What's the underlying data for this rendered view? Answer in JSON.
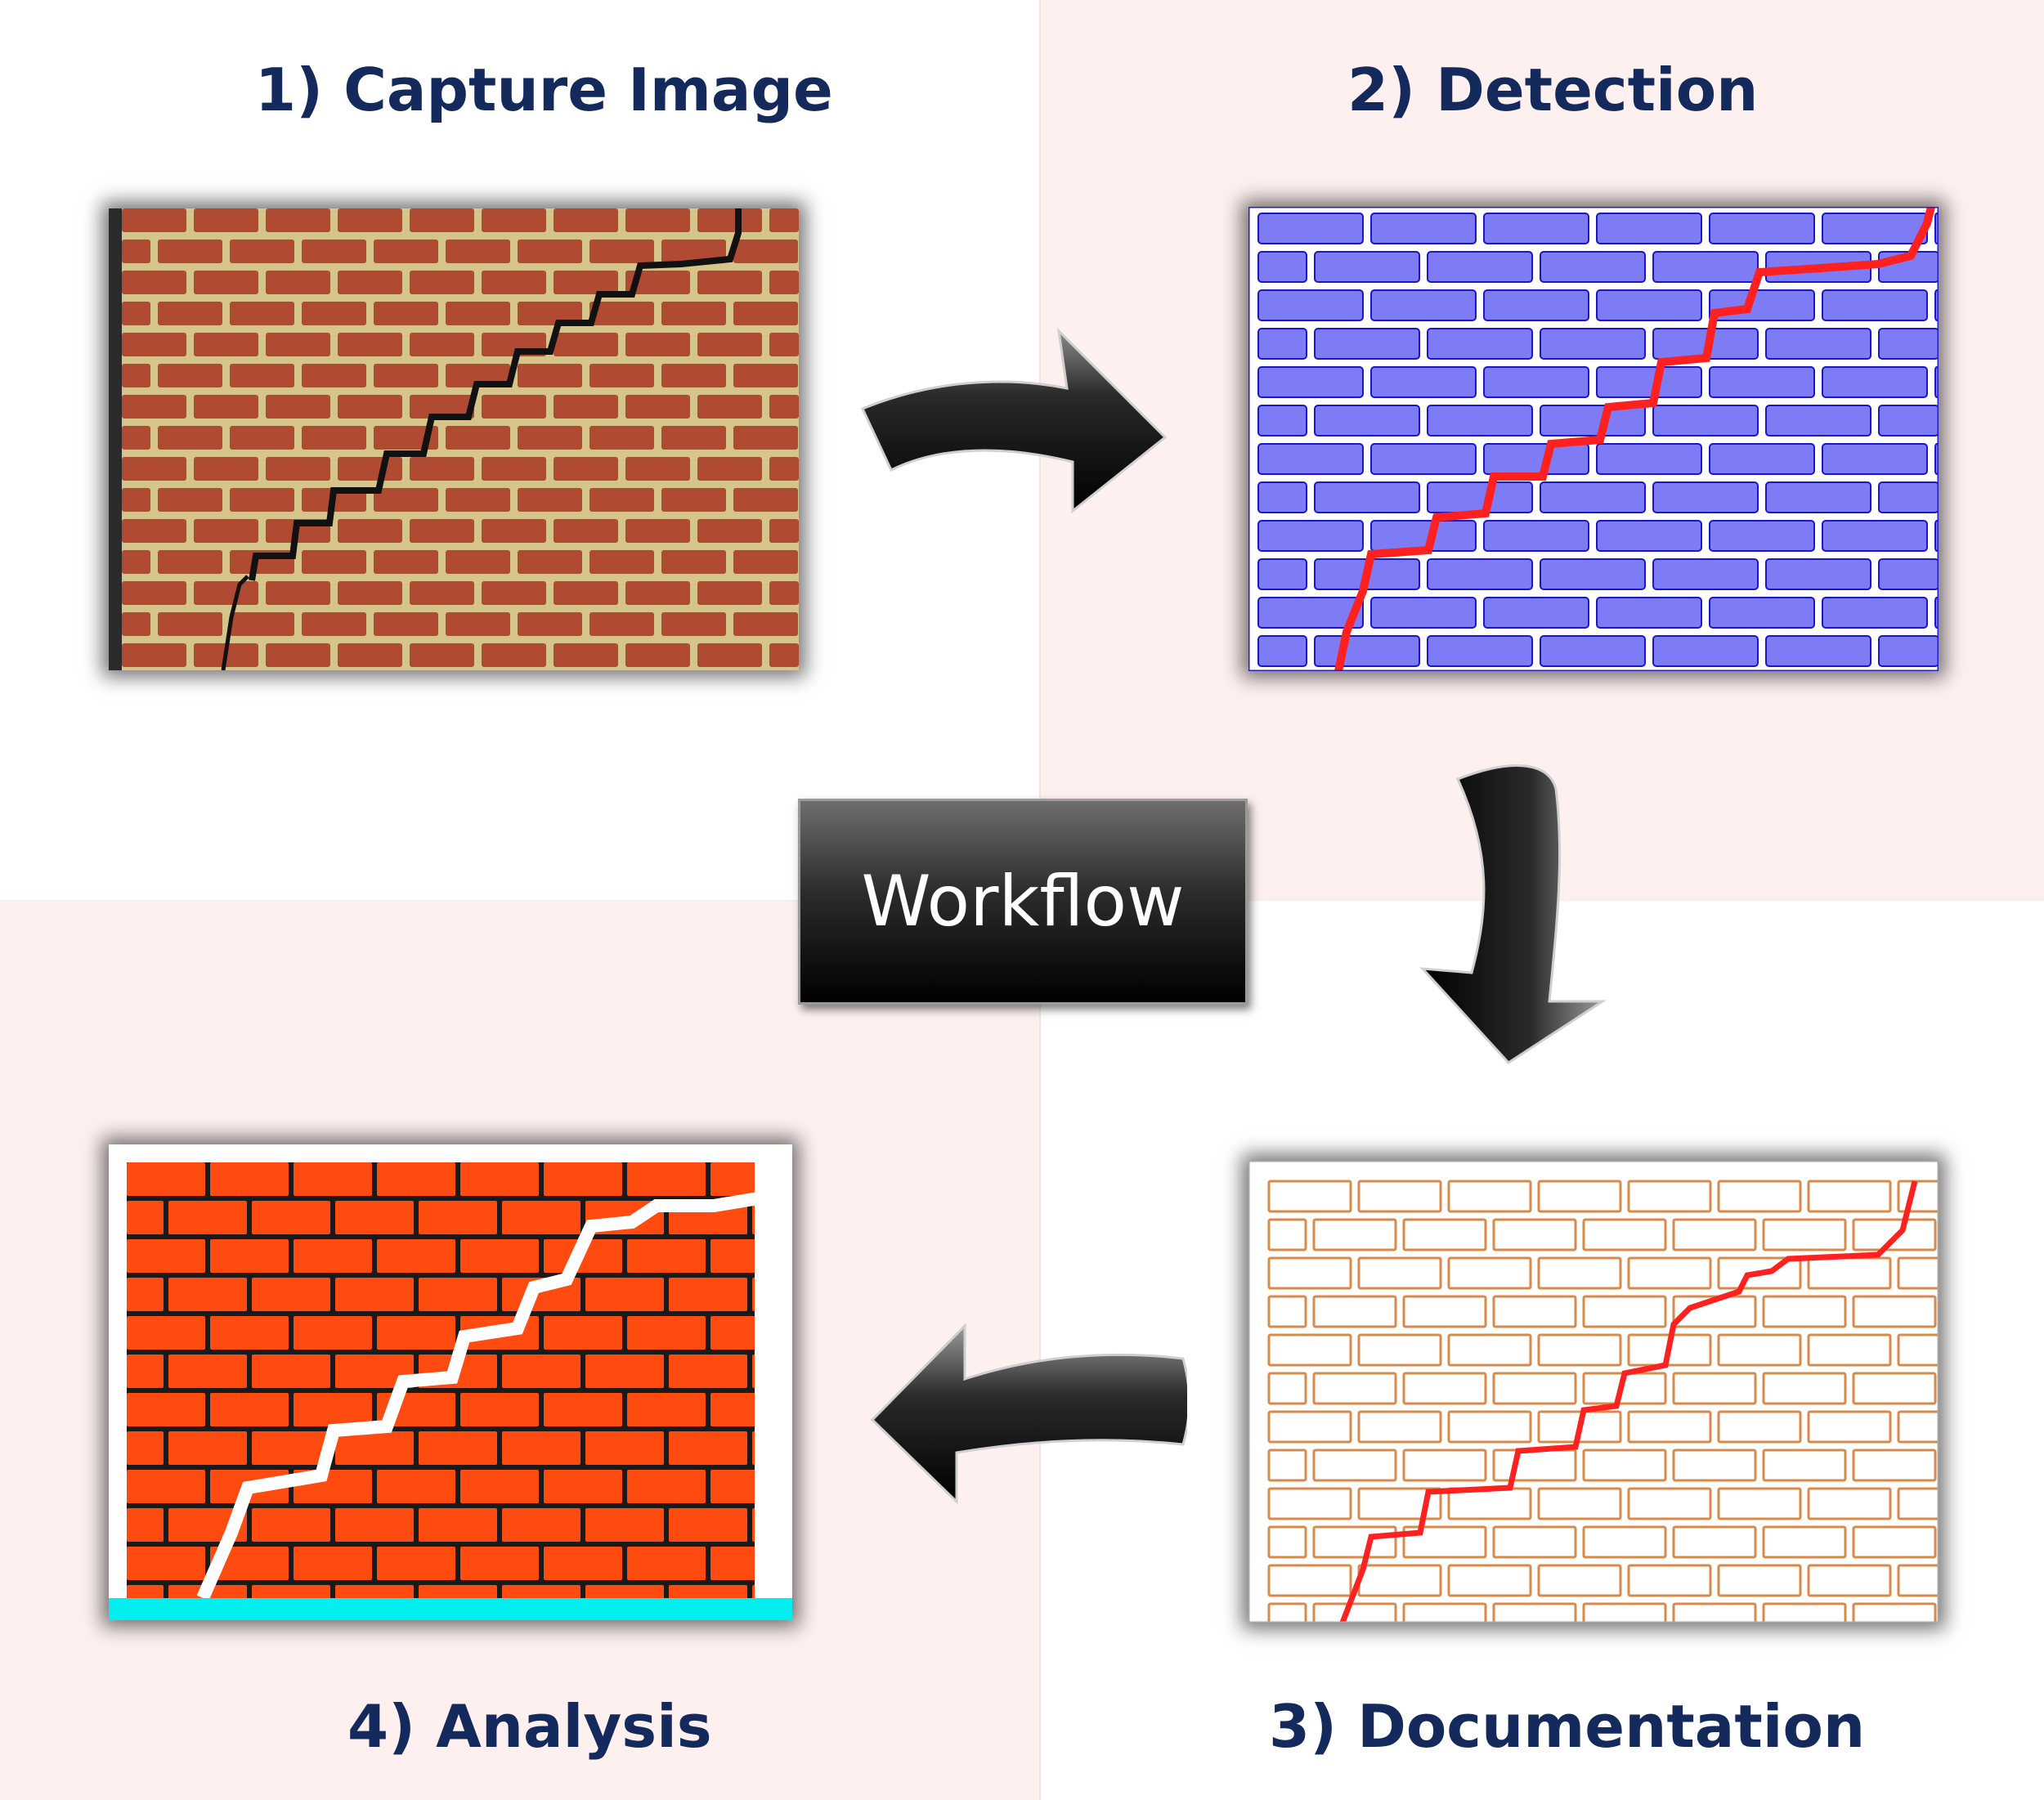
{
  "steps": [
    {
      "label": "1) Capture Image"
    },
    {
      "label": "2) Detection"
    },
    {
      "label": "3) Documentation"
    },
    {
      "label": "4) Analysis"
    }
  ],
  "center": {
    "label": "Workflow"
  },
  "colors": {
    "title": "#142a5c",
    "quadrant_tint": "#fdf0ef",
    "brick_photo": "#b04a32",
    "mortar_photo": "#d7c48a",
    "detection_brick": "#7e7cf4",
    "detection_outline": "#1a17c8",
    "crack": "#ff2020",
    "documentation_outline": "#d98a4a",
    "analysis_brick": "#ff4a10",
    "ground": "#00f0f0"
  },
  "icons": [
    "curved-arrow-right-icon",
    "curved-arrow-down-icon",
    "curved-arrow-left-icon"
  ]
}
